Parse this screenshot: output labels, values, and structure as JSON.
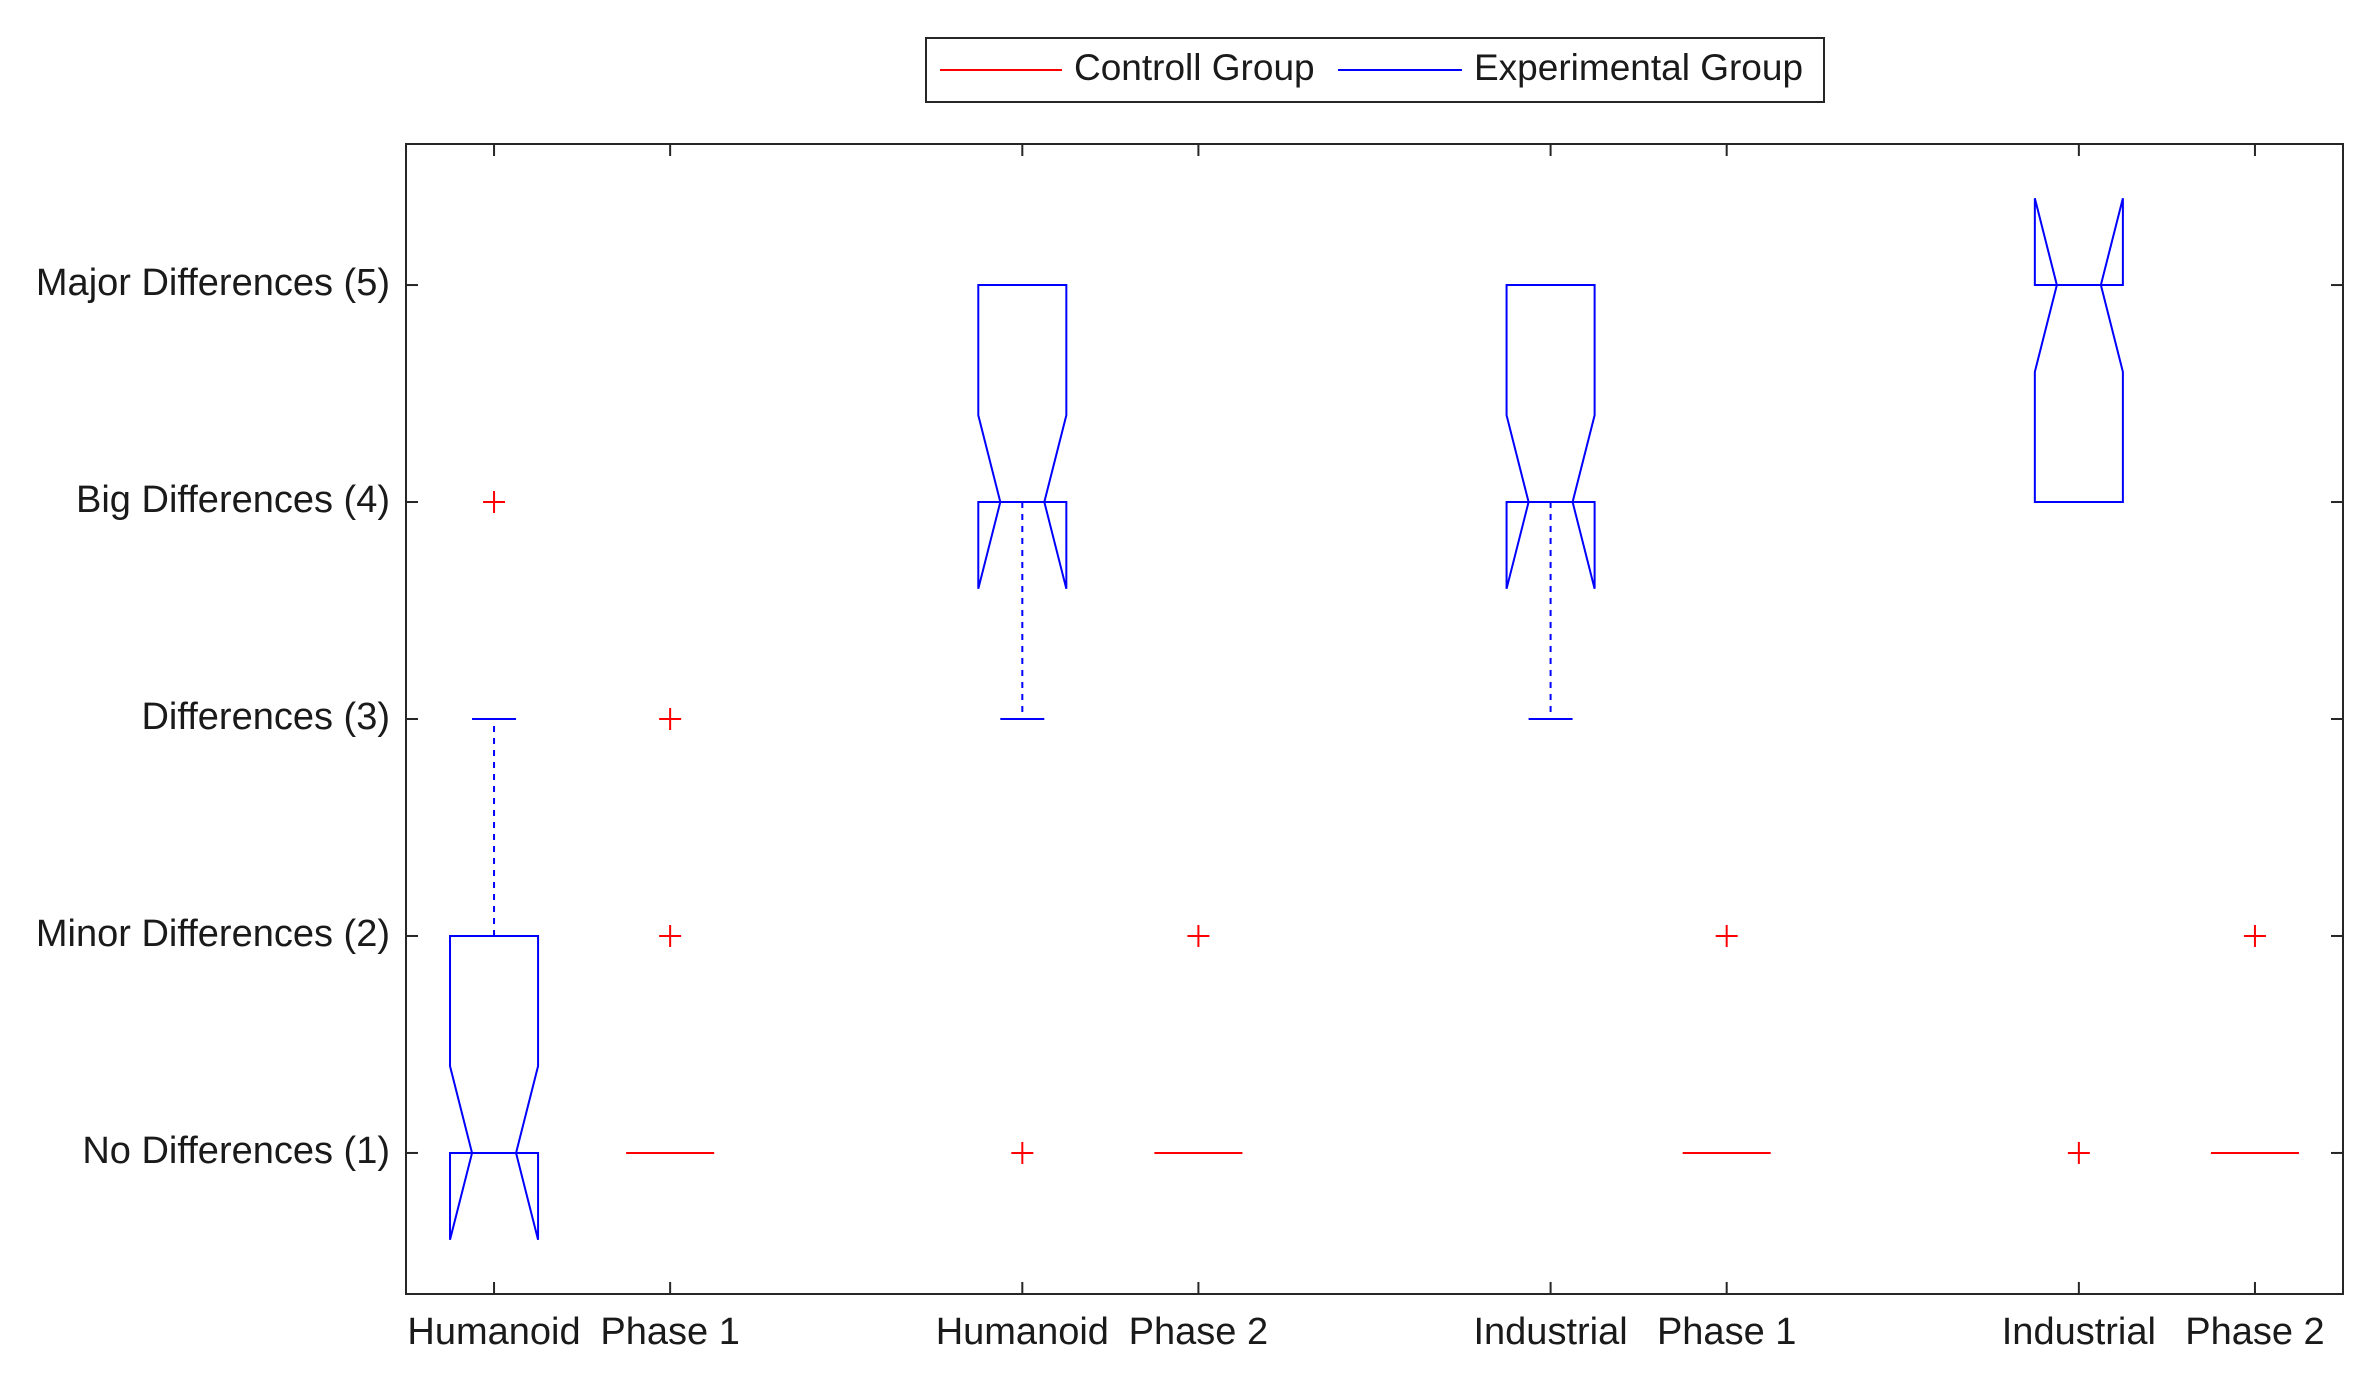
{
  "chart_data": {
    "type": "box",
    "title": "",
    "xlabel": "",
    "ylabel": "",
    "ylim": [
      0.35,
      5.65
    ],
    "yticks": [
      {
        "value": 1,
        "label": "No Differences (1)"
      },
      {
        "value": 2,
        "label": "Minor Differences (2)"
      },
      {
        "value": 3,
        "label": "Differences (3)"
      },
      {
        "value": 4,
        "label": "Big Differences (4)"
      },
      {
        "value": 5,
        "label": "Major Differences (5)"
      }
    ],
    "categories": [
      {
        "label": "Humanoid",
        "position": 1
      },
      {
        "label": "Phase 1",
        "position": 2
      },
      {
        "label": "Humanoid",
        "position": 4
      },
      {
        "label": "Phase 2",
        "position": 5
      },
      {
        "label": "Industrial",
        "position": 7
      },
      {
        "label": "Phase 1",
        "position": 8
      },
      {
        "label": "Industrial",
        "position": 10
      },
      {
        "label": "Phase 2",
        "position": 11
      }
    ],
    "xlim": [
      0.5,
      11.5
    ],
    "legend": {
      "placement": "top-center",
      "entries": [
        {
          "name": "Controll Group",
          "color": "#ff0000"
        },
        {
          "name": "Experimental Group",
          "color": "#0000ff"
        }
      ]
    },
    "grid": false,
    "boxes": [
      {
        "position": 1,
        "series": "Experimental Group",
        "q1": 1,
        "median": 1,
        "q3": 2,
        "notch_low": 0.6,
        "notch_high": 1.4,
        "whisker_low": 1,
        "whisker_high": 3,
        "outliers": [
          4
        ]
      },
      {
        "position": 2,
        "series": "Controll Group",
        "q1": 1,
        "median": 1,
        "q3": 1,
        "notch_low": 1,
        "notch_high": 1,
        "whisker_low": 1,
        "whisker_high": 1,
        "outliers": [
          2,
          3
        ]
      },
      {
        "position": 4,
        "series": "Experimental Group",
        "q1": 4,
        "median": 4,
        "q3": 5,
        "notch_low": 3.6,
        "notch_high": 4.4,
        "whisker_low": 3,
        "whisker_high": 5,
        "outliers": [
          1
        ]
      },
      {
        "position": 5,
        "series": "Controll Group",
        "q1": 1,
        "median": 1,
        "q3": 1,
        "notch_low": 1,
        "notch_high": 1,
        "whisker_low": 1,
        "whisker_high": 1,
        "outliers": [
          2
        ]
      },
      {
        "position": 7,
        "series": "Experimental Group",
        "q1": 4,
        "median": 4,
        "q3": 5,
        "notch_low": 3.6,
        "notch_high": 4.4,
        "whisker_low": 3,
        "whisker_high": 5,
        "outliers": []
      },
      {
        "position": 8,
        "series": "Controll Group",
        "q1": 1,
        "median": 1,
        "q3": 1,
        "notch_low": 1,
        "notch_high": 1,
        "whisker_low": 1,
        "whisker_high": 1,
        "outliers": [
          2
        ]
      },
      {
        "position": 10,
        "series": "Experimental Group",
        "q1": 4,
        "median": 5,
        "q3": 5,
        "notch_low": 4.6,
        "notch_high": 5.4,
        "whisker_low": 4,
        "whisker_high": 5,
        "outliers": [
          1
        ]
      },
      {
        "position": 11,
        "series": "Controll Group",
        "q1": 1,
        "median": 1,
        "q3": 1,
        "notch_low": 1,
        "notch_high": 1,
        "whisker_low": 1,
        "whisker_high": 1,
        "outliers": [
          2
        ]
      }
    ]
  }
}
